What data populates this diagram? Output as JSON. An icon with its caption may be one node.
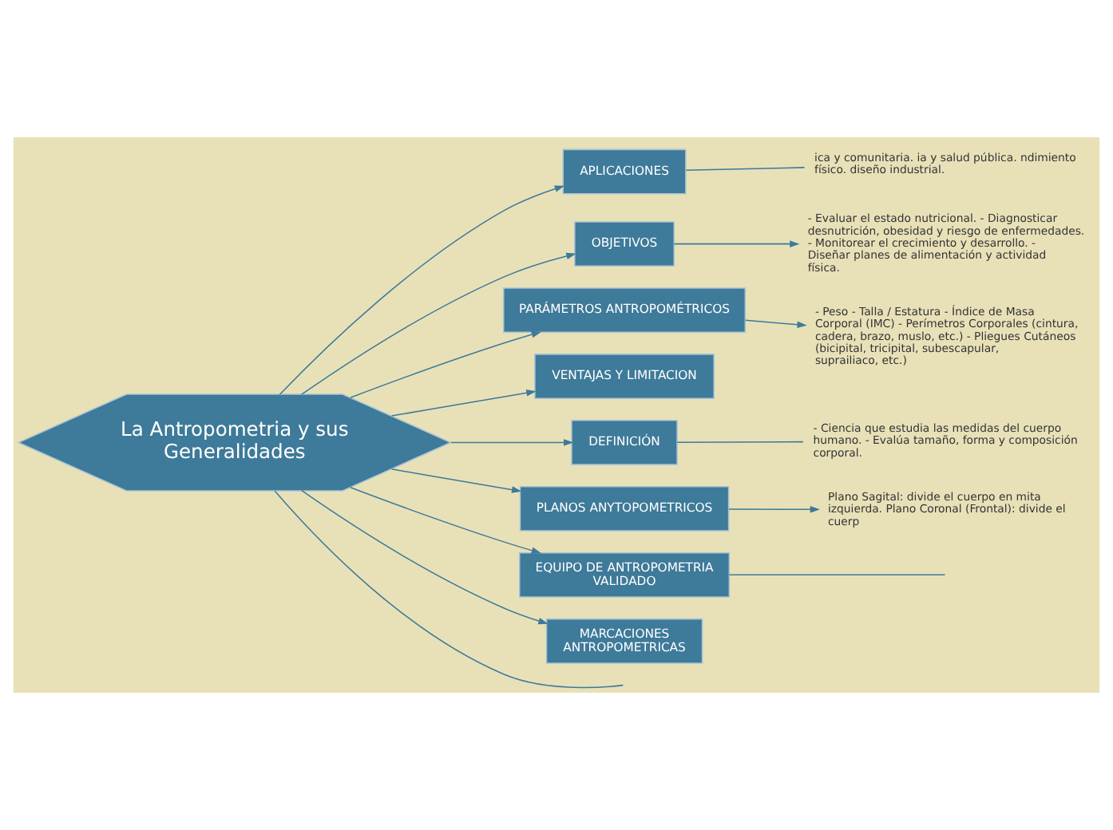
{
  "diagram": {
    "nodes": [
      {
        "text": [
          "La Antropometria y sus Generalidades"
        ]
      },
      {
        "text": [
          "APLICACIONES"
        ]
      },
      {
        "text": [
          "ica y comunitaria. ia y salud pública. ndimiento físico. diseño industrial."
        ]
      },
      {
        "text": [
          "OBJETIVOS"
        ]
      },
      {
        "text": [
          "- Evaluar el estado nutricional. - Diagnosticar desnutrición, obesidad y riesgo de enfermedades. - Monitorear el crecimiento y desarrollo. - Diseñar planes de alimentación y actividad física."
        ]
      },
      {
        "text": [
          "PARÁMETROS ANTROPOMÉTRICOS"
        ]
      },
      {
        "text": [
          "- Peso - Talla / Estatura - Índice de Masa Corporal (IMC) - Perímetros Corporales (cintura, cadera, brazo, muslo, etc.) - Pliegues Cutáneos (bicipital, tricipital, subescapular, suprailiaco, etc.)"
        ]
      },
      {
        "text": [
          "VENTAJAS Y LIMITACION"
        ]
      },
      {
        "text": [
          "DEFINICIÓN"
        ]
      },
      {
        "text": [
          "- Ciencia que estudia las medidas del cuerpo humano. - Evalúa tamaño, forma y composición corporal."
        ]
      },
      {
        "text": [
          "PLANOS ANYTOPOMETRICOS"
        ]
      },
      {
        "text": [
          "Plano Sagital: divide el cuerpo en mita izquierda. Plano Coronal (Frontal): divide el cuerp"
        ]
      },
      {
        "text": [
          "EQUIPO DE ANTROPOMETRIA VALIDADO"
        ]
      },
      {
        "text": [
          "MARCACIONES ANTROPOMETRICAS"
        ]
      }
    ],
    "edges": [
      {
        "from": 0,
        "to": null,
        "arrow": "none"
      },
      {
        "from": 0,
        "to": 1,
        "arrow": "to"
      },
      {
        "from": 1,
        "to": 2,
        "arrow": "none"
      },
      {
        "from": 0,
        "to": 3,
        "arrow": "to"
      },
      {
        "from": 3,
        "to": 4,
        "arrow": "to"
      },
      {
        "from": 0,
        "to": 5,
        "arrow": "to"
      },
      {
        "from": 5,
        "to": 6,
        "arrow": "to"
      },
      {
        "from": 0,
        "to": 7,
        "arrow": "to"
      },
      {
        "from": 0,
        "to": 8,
        "arrow": "to"
      },
      {
        "from": 8,
        "to": 9,
        "arrow": "none"
      },
      {
        "from": 0,
        "to": 10,
        "arrow": "to"
      },
      {
        "from": 10,
        "to": 11,
        "arrow": "to"
      },
      {
        "from": 0,
        "to": 12,
        "arrow": "to"
      },
      {
        "from": 12,
        "to": null,
        "arrow": "none"
      },
      {
        "from": 0,
        "to": 13,
        "arrow": "to"
      }
    ]
  }
}
